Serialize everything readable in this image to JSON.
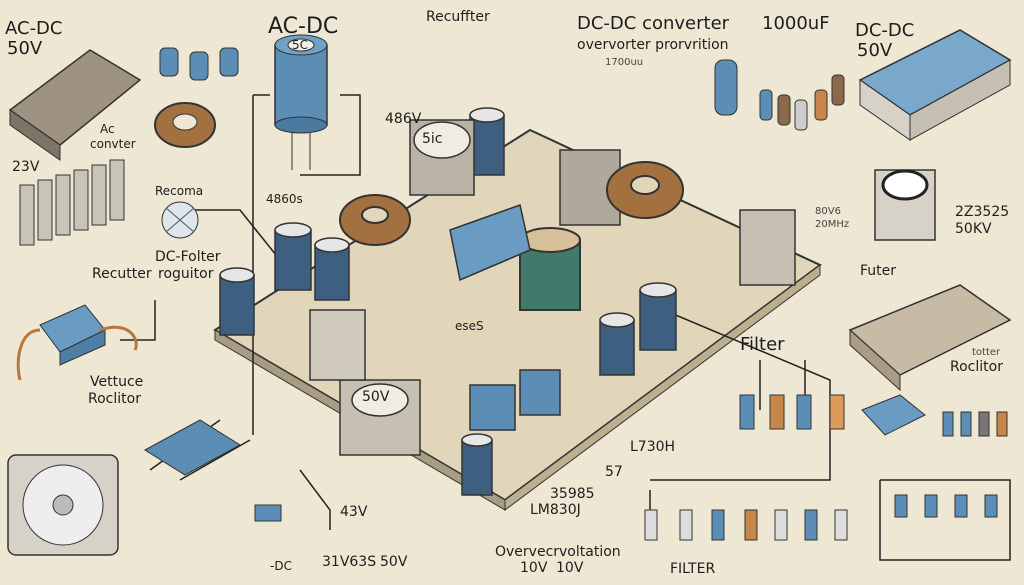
{
  "labels": {
    "ac_dc_top_left": "AC-DC",
    "ac_dc_top_left_voltage": "50V",
    "ac_dc_center": "AC-DC",
    "rectifier_top": "Recuffter",
    "dc_dc_converter": "DC-DC converter",
    "overvoltage_protection": "overvorter prorvrition",
    "cap_1000uf": "1000uF",
    "cap_1700uf": "1700uu",
    "dc_dc_right": "DC-DC",
    "dc_dc_right_voltage": "50V",
    "ac_converter_1": "Ac",
    "ac_converter_2": "convter",
    "voltage_486v": "486V",
    "cap_5c": "5C",
    "value_4860s": "4860s",
    "voltage_23v": "23V",
    "recoma": "Recoma",
    "dc_filter": "DC-Folter",
    "regulator": "roguitor",
    "rectifier_left": "Recutter",
    "voltage_label": "Vettuce",
    "regulator_left": "Roclitor",
    "filter_center": "Filter",
    "filter_right": "Futer",
    "regulator_right_small": "totter",
    "regulator_right": "Roclitor",
    "freq_1": "80V6",
    "freq_2": "20MHz",
    "part_2z": "2Z3525",
    "part_50kv": "50KV",
    "inductor_l730h": "L730H",
    "value_57": "57",
    "part_35985": "35985",
    "part_lm830j": "LM830J",
    "voltage_43v": "43V",
    "part_31v": "31V63S",
    "voltage_50v_bottom": "50V",
    "overvoltage_bottom": "Overvecrvoltation",
    "voltage_10v_a": "10V",
    "voltage_10v_b": "10V",
    "filter_bottom": "FILTER",
    "dc_bottom": "-DC",
    "cap_50v_board": "50V",
    "cap_5ic_board": "5ic",
    "chip_label": "eseS"
  },
  "colors": {
    "background": "#eee7d3",
    "blue": "#5b8db5",
    "copper": "#b8773a",
    "metal": "#b9b3a6",
    "board": "#e2d6ba"
  }
}
